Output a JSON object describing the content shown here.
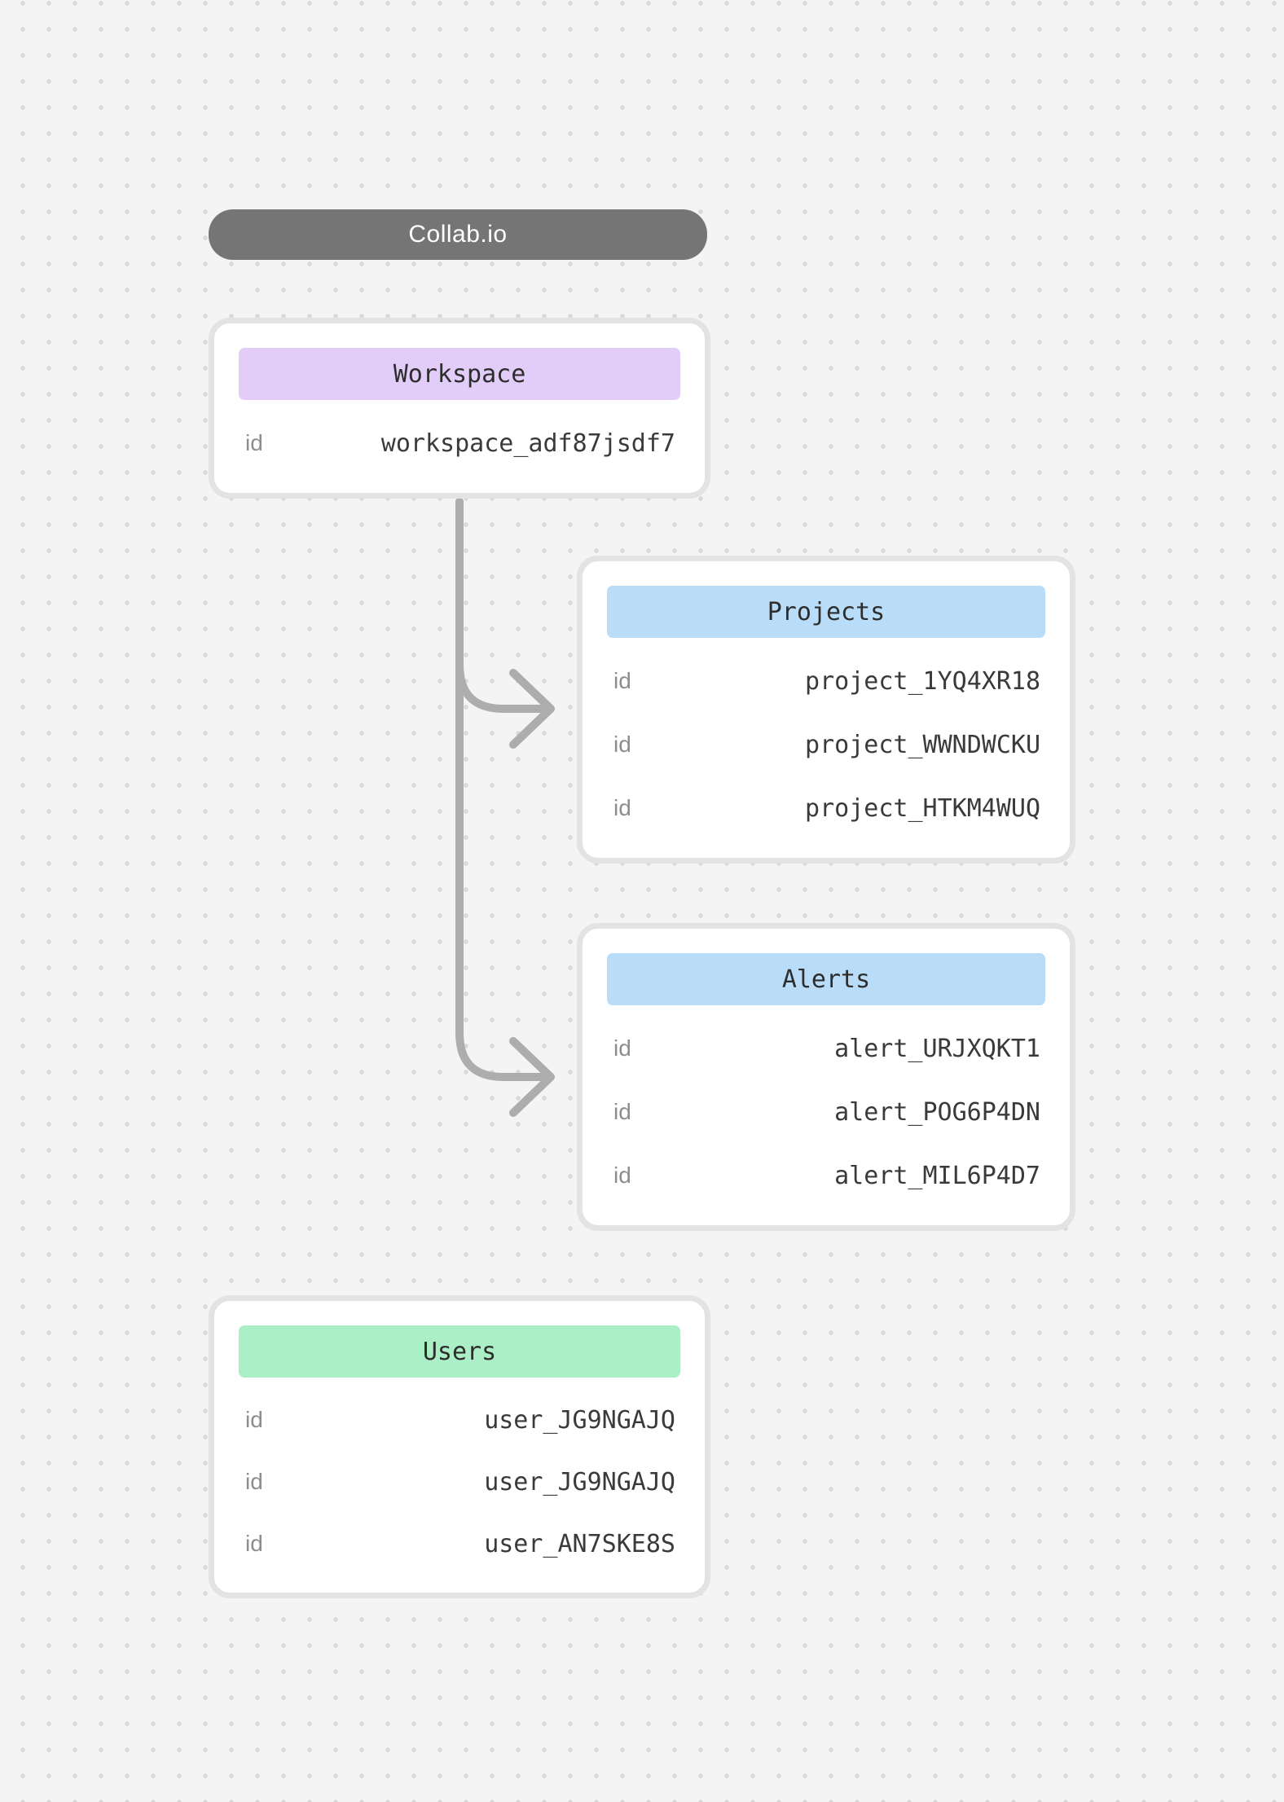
{
  "app": {
    "title": "Collab.io"
  },
  "colors": {
    "background": "#f4f4f5",
    "dot_grid": "#d9d9da",
    "title_pill_bg": "#757575",
    "title_text": "#ffffff",
    "card_bg": "#ffffff",
    "card_border": "#e3e3e4",
    "connector": "#adadad",
    "key_label_text": "#8d8d8d",
    "value_text": "#3a3a3a",
    "header_text": "#2d2d2d",
    "workspace_header_bg": "#e2cdf8",
    "projects_header_bg": "#b9ddf8",
    "alerts_header_bg": "#b9ddf8",
    "users_header_bg": "#abefc6"
  },
  "entities": {
    "workspace": {
      "name": "Workspace",
      "rows": [
        {
          "key": "id",
          "value": "workspace_adf87jsdf7"
        }
      ]
    },
    "projects": {
      "name": "Projects",
      "rows": [
        {
          "key": "id",
          "value": "project_1YQ4XR18"
        },
        {
          "key": "id",
          "value": "project_WWNDWCKU"
        },
        {
          "key": "id",
          "value": "project_HTKM4WUQ"
        }
      ]
    },
    "alerts": {
      "name": "Alerts",
      "rows": [
        {
          "key": "id",
          "value": "alert_URJXQKT1"
        },
        {
          "key": "id",
          "value": "alert_POG6P4DN"
        },
        {
          "key": "id",
          "value": "alert_MIL6P4D7"
        }
      ]
    },
    "users": {
      "name": "Users",
      "rows": [
        {
          "key": "id",
          "value": "user_JG9NGAJQ"
        },
        {
          "key": "id",
          "value": "user_JG9NGAJQ"
        },
        {
          "key": "id",
          "value": "user_AN7SKE8S"
        }
      ]
    }
  },
  "connections": [
    {
      "from": "Workspace",
      "to": "Projects"
    },
    {
      "from": "Workspace",
      "to": "Alerts"
    }
  ]
}
